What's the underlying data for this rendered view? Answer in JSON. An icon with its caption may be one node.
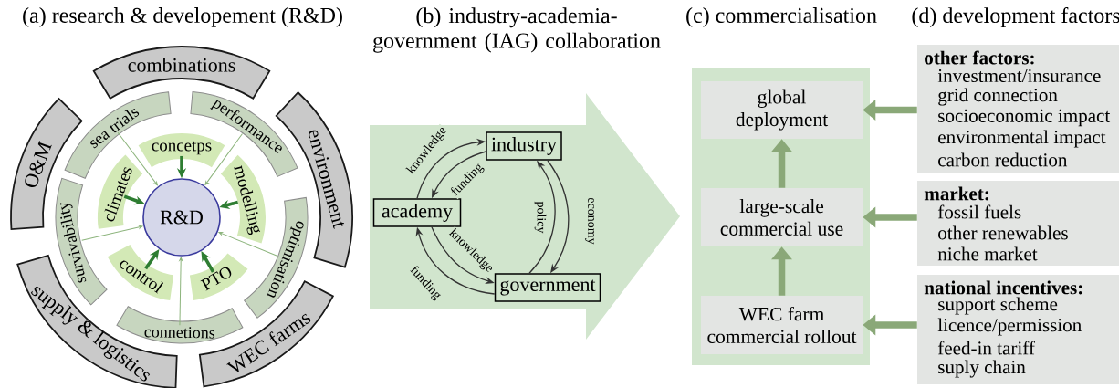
{
  "diagram": {
    "nodes": [
      {
        "text": [
          "R&D"
        ]
      },
      {
        "text": [
          "concetps"
        ]
      },
      {
        "text": [
          "modelling"
        ]
      },
      {
        "text": [
          "PTO"
        ]
      },
      {
        "text": [
          "control"
        ]
      },
      {
        "text": [
          "climates"
        ]
      },
      {
        "text": [
          "sea trials"
        ]
      },
      {
        "text": [
          "performance"
        ]
      },
      {
        "text": [
          "optimisation"
        ]
      },
      {
        "text": [
          "connetions"
        ]
      },
      {
        "text": [
          "survivability"
        ]
      },
      {
        "text": [
          "combinations"
        ]
      },
      {
        "text": [
          "environment"
        ]
      },
      {
        "text": [
          "WEC farms"
        ]
      },
      {
        "text": [
          "supply & logistics"
        ]
      },
      {
        "text": [
          "O&M"
        ]
      },
      {
        "text": [],
        "shape": "arrow"
      },
      {
        "text": [
          "industry"
        ],
        "in": 16
      },
      {
        "text": [
          "academy"
        ],
        "in": 16
      },
      {
        "text": [
          "government"
        ],
        "in": 16
      },
      {
        "text": [],
        "shape": "box"
      },
      {
        "text": [
          "global deployment"
        ],
        "in": 20
      },
      {
        "text": [
          "large-scale commercial use"
        ],
        "in": 20
      },
      {
        "text": [
          "WEC farm commercial rollout"
        ],
        "in": 20
      },
      {
        "text": [
          "other factors:",
          "investment/insurance",
          "grid connection",
          "socioeconomic impact",
          "environmental impact",
          "carbon reduction"
        ]
      },
      {
        "text": [
          "market:",
          "fossil fuels",
          "other renewables",
          "niche market"
        ]
      },
      {
        "text": [
          "national incentives:",
          "support scheme",
          "licence/permission",
          "feed-in tariff",
          "suply chain"
        ]
      }
    ],
    "edges": [
      {
        "from": 1,
        "to": 0,
        "arrow": "to",
        "style": "thick",
        "color": "#2e7d32"
      },
      {
        "from": 2,
        "to": 0,
        "arrow": "to",
        "style": "thick",
        "color": "#2e7d32"
      },
      {
        "from": 3,
        "to": 0,
        "arrow": "to",
        "style": "thick",
        "color": "#2e7d32"
      },
      {
        "from": 4,
        "to": 0,
        "arrow": "to",
        "style": "thick",
        "color": "#2e7d32"
      },
      {
        "from": 5,
        "to": 0,
        "arrow": "to",
        "style": "thick",
        "color": "#2e7d32"
      },
      {
        "from": 6,
        "to": 0,
        "arrow": "to",
        "color": "#8cb47c"
      },
      {
        "from": 7,
        "to": 0,
        "arrow": "to",
        "color": "#8cb47c"
      },
      {
        "from": 8,
        "to": 0,
        "arrow": "to",
        "color": "#8cb47c"
      },
      {
        "from": 9,
        "to": 0,
        "arrow": "to",
        "color": "#8cb47c"
      },
      {
        "from": 10,
        "to": 0,
        "arrow": "to",
        "color": "#8cb47c"
      },
      {
        "from": 18,
        "to": 17,
        "arrow": "to",
        "label": "knowledge"
      },
      {
        "from": 17,
        "to": 18,
        "arrow": "to",
        "label": "funding"
      },
      {
        "from": 18,
        "to": 19,
        "arrow": "to",
        "label": "knowledge"
      },
      {
        "from": 19,
        "to": 18,
        "arrow": "to",
        "label": "funding"
      },
      {
        "from": 19,
        "to": 17,
        "arrow": "to",
        "label": "policy"
      },
      {
        "from": 17,
        "to": 19,
        "arrow": "to",
        "label": "economy"
      },
      {
        "from": 23,
        "to": 22,
        "arrow": "to",
        "style": "thick",
        "color": "#8aa878"
      },
      {
        "from": 22,
        "to": 21,
        "arrow": "to",
        "style": "thick",
        "color": "#8aa878"
      },
      {
        "from": 24,
        "to": 21,
        "arrow": "to",
        "style": "thick",
        "color": "#8aa878"
      },
      {
        "from": 25,
        "to": 22,
        "arrow": "to",
        "style": "thick",
        "color": "#8aa878"
      },
      {
        "from": 26,
        "to": 23,
        "arrow": "to",
        "style": "thick",
        "color": "#8aa878"
      }
    ],
    "labels": [
      "(a) research & developement (R&D)",
      "(b) industry-academia-government (IAG) collaboration",
      "(c) commercialisation",
      "(d) development factors"
    ]
  }
}
